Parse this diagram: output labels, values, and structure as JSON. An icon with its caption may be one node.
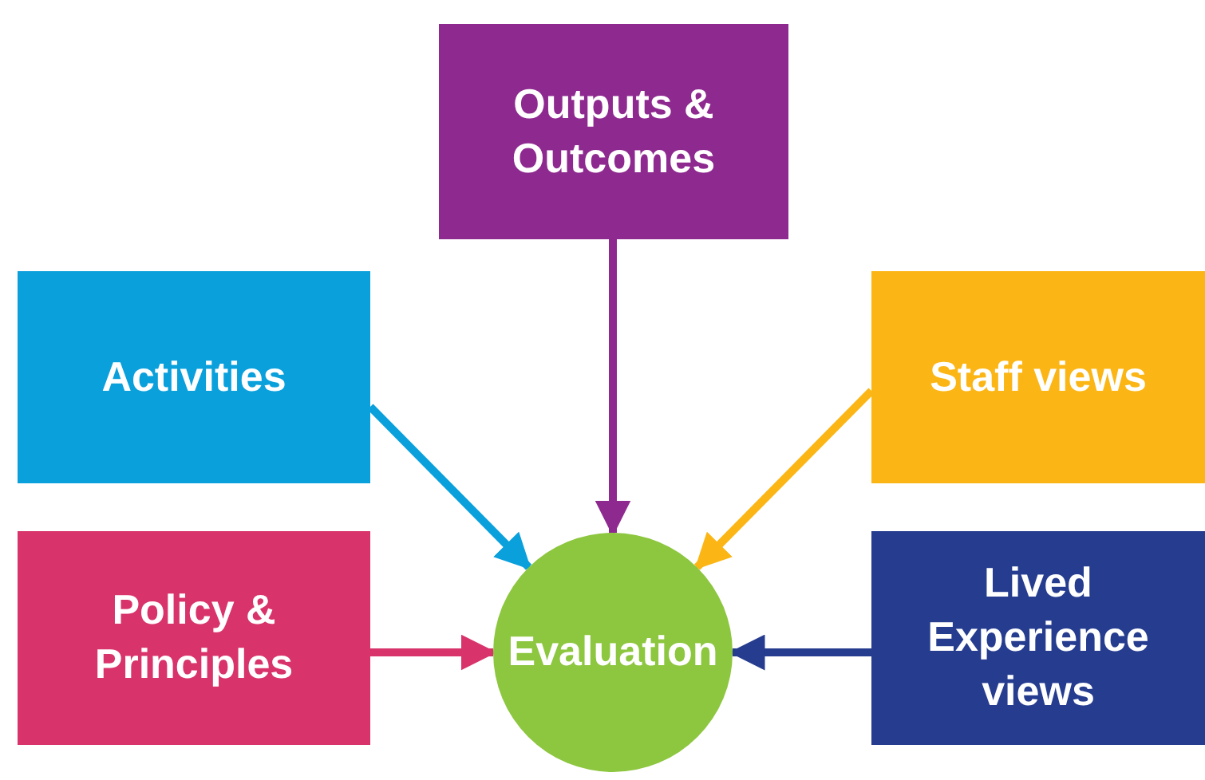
{
  "diagram": {
    "nodes": [
      {
        "text": [
          "Outputs & Outcomes"
        ]
      },
      {
        "text": [
          "Activities"
        ]
      },
      {
        "text": [
          "Staff views"
        ]
      },
      {
        "text": [
          "Policy & Principles"
        ]
      },
      {
        "text": [
          "Evaluation"
        ]
      },
      {
        "text": [
          "Lived Experience views"
        ]
      }
    ],
    "edges": [
      {
        "from": 0,
        "to": 4,
        "arrow": "to",
        "color": "#8e2a8f"
      },
      {
        "from": 1,
        "to": 4,
        "arrow": "to",
        "color": "#0aa0dc"
      },
      {
        "from": 2,
        "to": 4,
        "arrow": "to",
        "color": "#fbb615"
      },
      {
        "from": 3,
        "to": 4,
        "arrow": "to",
        "color": "#d8336a"
      },
      {
        "from": 5,
        "to": 4,
        "arrow": "to",
        "color": "#253c8f"
      }
    ]
  }
}
